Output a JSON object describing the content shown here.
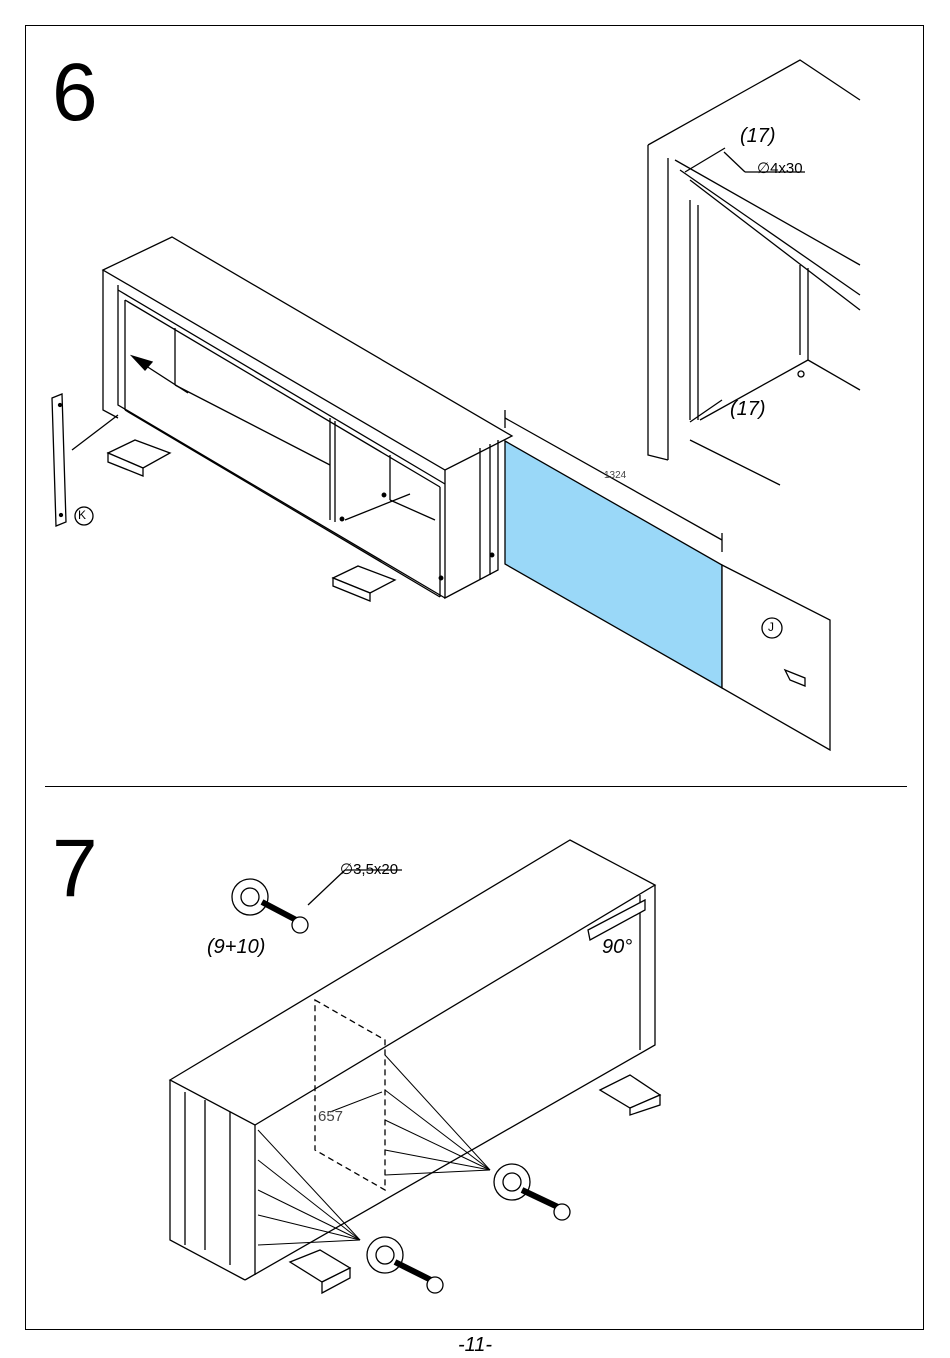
{
  "step6": {
    "number": "6",
    "hole_callout_top": "(17)",
    "hole_callout_bottom": "(17)",
    "dowel_size": "∅4x30",
    "panel_length": "1324",
    "part_k": "K",
    "part_j": "J"
  },
  "step7": {
    "number": "7",
    "screw_size": "∅3,5x20",
    "screw_parts": "(9+10)",
    "angle": "90°",
    "partition_offset": "657"
  },
  "page": {
    "number": "-11-"
  },
  "colors": {
    "panel_highlight": "#9ad8f8",
    "line": "#000000"
  }
}
